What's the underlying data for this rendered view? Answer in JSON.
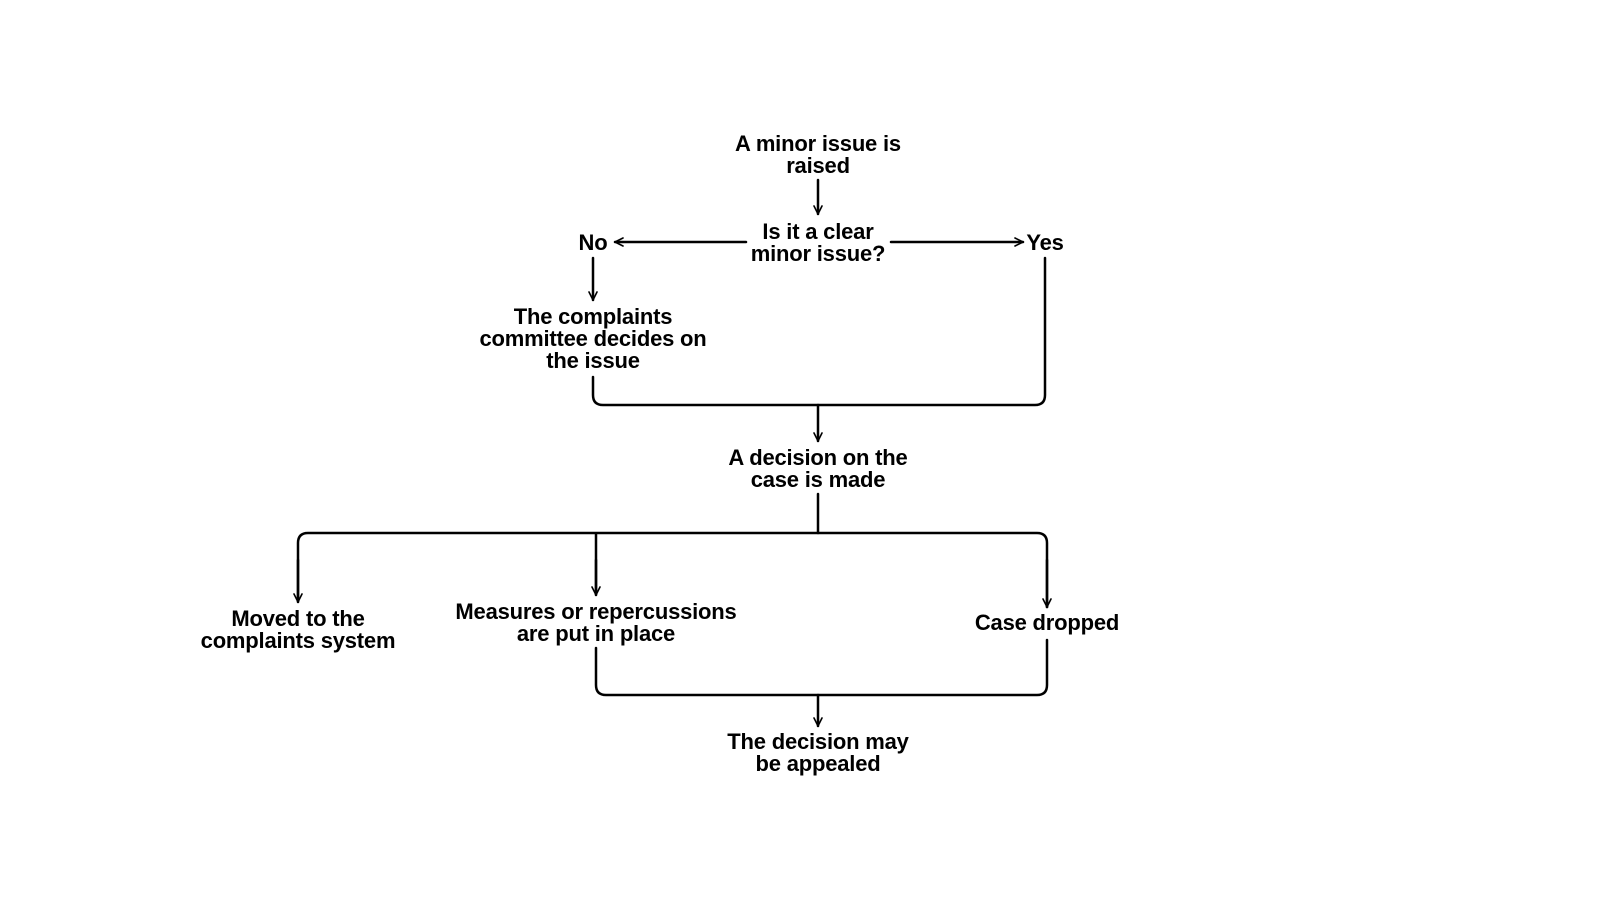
{
  "nodes": {
    "start": {
      "lines": [
        "A minor issue is",
        "raised"
      ]
    },
    "question": {
      "lines": [
        "Is it a clear",
        "minor issue?"
      ]
    },
    "no_label": {
      "lines": [
        "No"
      ]
    },
    "yes_label": {
      "lines": [
        "Yes"
      ]
    },
    "committee": {
      "lines": [
        "The complaints",
        "committee decides on",
        "the issue"
      ]
    },
    "decision": {
      "lines": [
        "A decision on the",
        "case is made"
      ]
    },
    "moved": {
      "lines": [
        "Moved to the",
        "complaints system"
      ]
    },
    "measures": {
      "lines": [
        "Measures or repercussions",
        "are put in place"
      ]
    },
    "dropped": {
      "lines": [
        "Case dropped"
      ]
    },
    "appeal": {
      "lines": [
        "The decision may",
        "be appealed"
      ]
    }
  },
  "colors": {
    "line": "#000000",
    "text": "#000000",
    "background": "#ffffff"
  }
}
